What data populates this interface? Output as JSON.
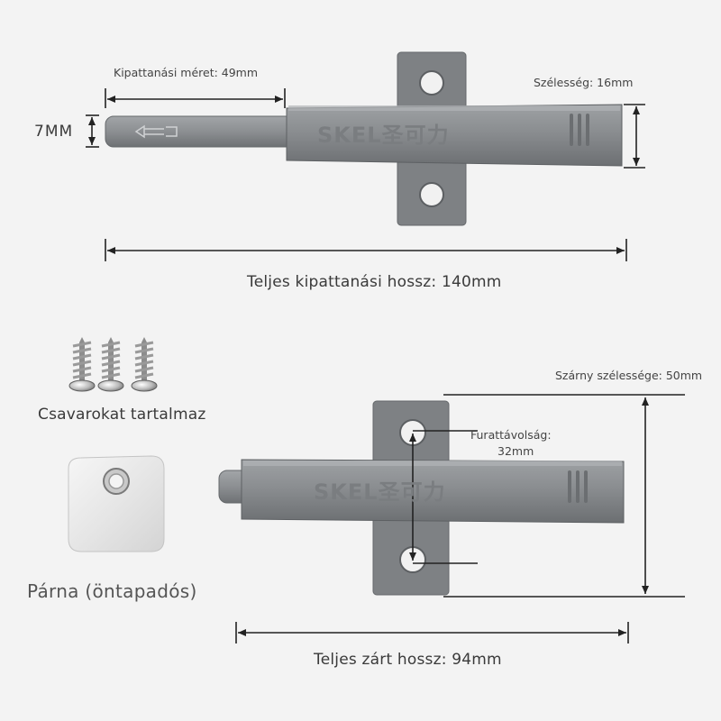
{
  "labels": {
    "stroke_dim": "Kipattanási méret: 49mm",
    "width_16": "Szélesség: 16mm",
    "diameter_7": "7MM",
    "full_stroke_length": "Teljes kipattanási hossz: 140mm",
    "wing_width": "Szárny szélessége: 50mm",
    "hole_spacing_line1": "Furattávolság:",
    "hole_spacing_line2": "32mm",
    "screws_included": "Csavarokat tartalmaz",
    "pad": "Párna (öntapadós)",
    "closed_length": "Teljes zárt hossz: 94mm"
  },
  "brand": {
    "logo_text": "SKEL",
    "logo_cjk": "圣可力"
  },
  "colors": {
    "body": "#8a8d90",
    "body_dark": "#6f7275",
    "body_light": "#a3a6a9",
    "line": "#222222",
    "background": "#f3f3f3"
  }
}
